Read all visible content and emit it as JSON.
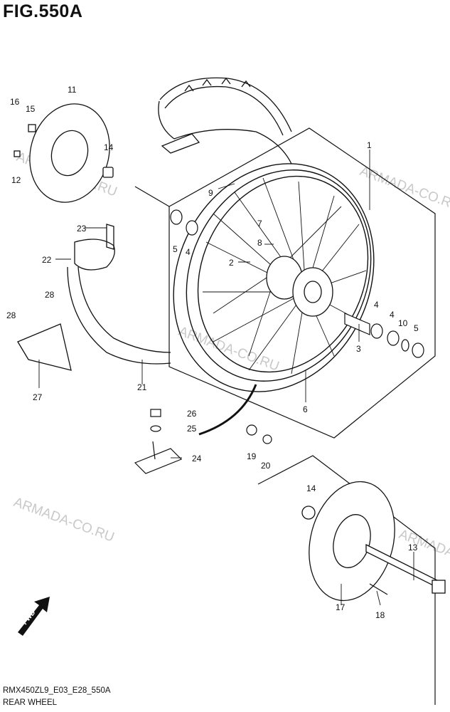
{
  "figure": {
    "title": "FIG.550A",
    "model_code": "RMX450ZL9_E03_E28_550A",
    "name": "REAR WHEEL"
  },
  "watermark": "ARMADA-CO.RU",
  "fwd_label": "FWD",
  "callouts": [
    "1",
    "2",
    "3",
    "4",
    "4",
    "4",
    "5",
    "5",
    "6",
    "7",
    "8",
    "9",
    "10",
    "11",
    "12",
    "13",
    "14",
    "14",
    "15",
    "16",
    "17",
    "18",
    "19",
    "20",
    "21",
    "22",
    "23",
    "24",
    "25",
    "26",
    "27",
    "28",
    "28"
  ],
  "icons": [
    "wheel-rim",
    "spokes",
    "hub",
    "tire",
    "inner-tube",
    "brake-disc",
    "rim-band",
    "axle",
    "wheel-bearing",
    "oil-seal",
    "spacer",
    "sprocket",
    "disc-guard",
    "fwd-arrow"
  ]
}
